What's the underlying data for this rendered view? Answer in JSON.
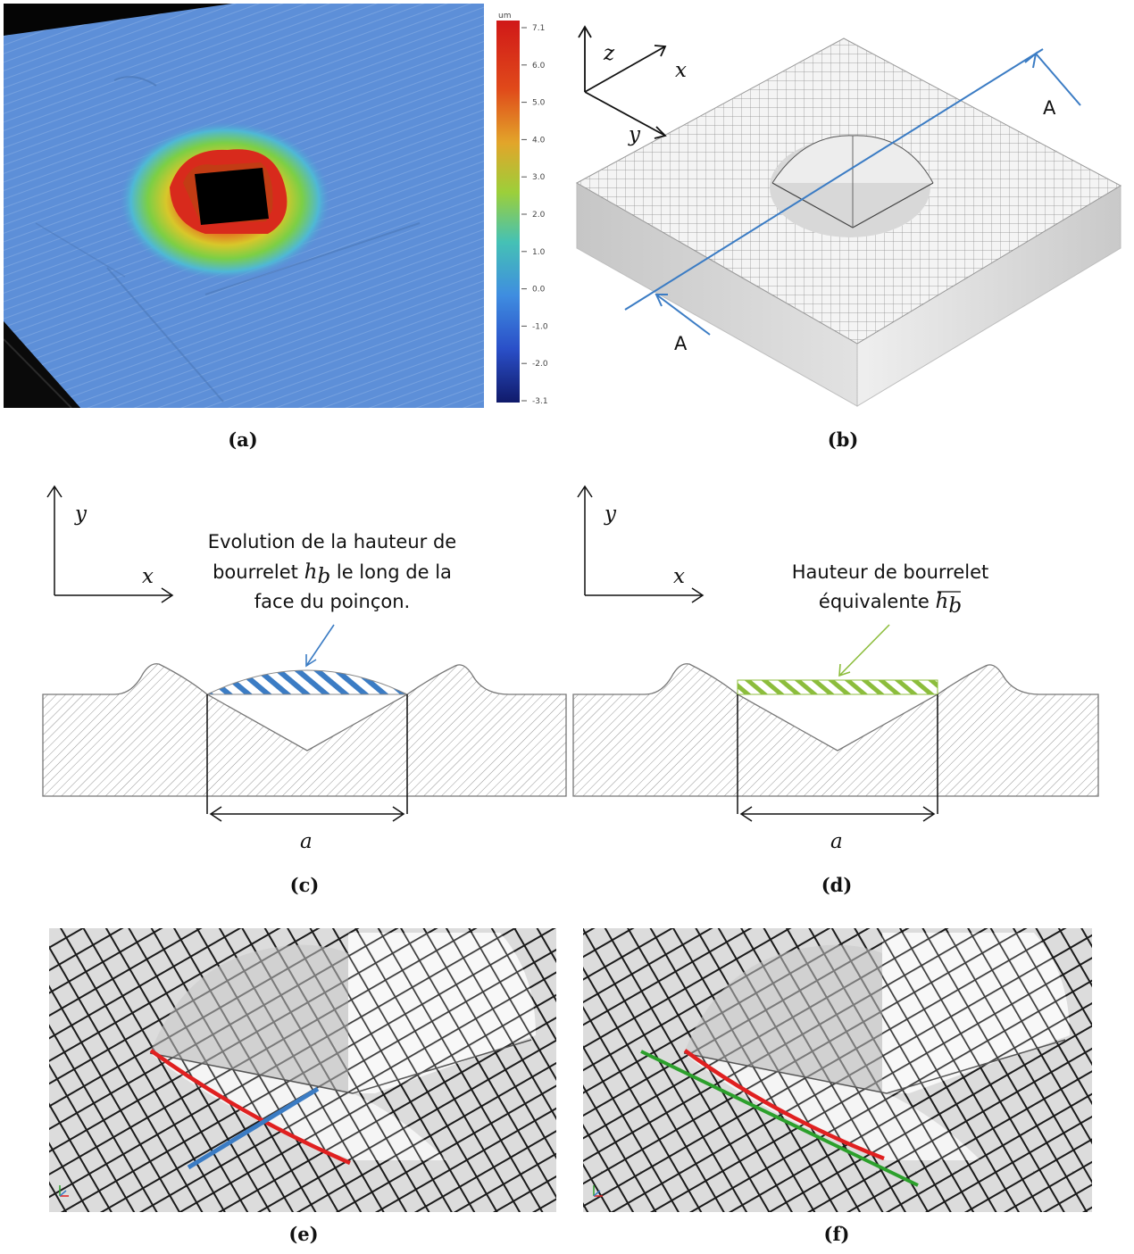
{
  "captions": {
    "a": "(a)",
    "b": "(b)",
    "c": "(c)",
    "d": "(d)",
    "e": "(e)",
    "f": "(f)"
  },
  "colorbar": {
    "unit": "um",
    "ticks": [
      "7.1",
      "6.0",
      "5.0",
      "4.0",
      "3.0",
      "2.0",
      "1.0",
      "0.0",
      "-1.0",
      "-2.0",
      "-3.1"
    ]
  },
  "axes_b": {
    "z": "z",
    "x": "x",
    "y": "y"
  },
  "section_marker": {
    "top": "A",
    "bottom": "A"
  },
  "axes_c": {
    "y": "y",
    "x": "x"
  },
  "axes_d": {
    "y": "y",
    "x": "x"
  },
  "annotation_c": {
    "line1": "Evolution de la hauteur de",
    "line2_pre": "bourrelet",
    "symbol": "h",
    "subscript": "b",
    "line2_post": "le long de la",
    "line3": "face du poinçon."
  },
  "annotation_d": {
    "line1": "Hauteur de bourrelet",
    "line2_pre": "équivalente",
    "symbol": "h",
    "subscript": "b"
  },
  "dimension_c": "a",
  "dimension_d": "a",
  "colors": {
    "blue": "#3b7cc4",
    "green": "#8cbd3c",
    "red": "#e02020"
  }
}
